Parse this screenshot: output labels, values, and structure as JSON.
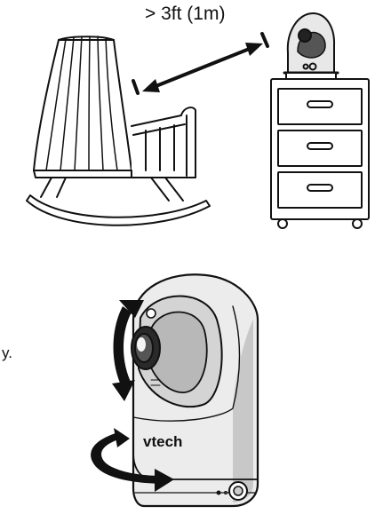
{
  "distance_label": "> 3ft (1m)",
  "edge_fragment": "y.",
  "brand_logo": "vtech",
  "colors": {
    "line": "#111111",
    "camera_body": "#ececec",
    "camera_shadow": "#c8c8c8",
    "lens_dark": "#2a2a2a"
  },
  "icons": [
    "rocking-crib",
    "dresser",
    "baby-monitor-camera",
    "distance-arrow",
    "tilt-arrow",
    "pan-arrow"
  ]
}
